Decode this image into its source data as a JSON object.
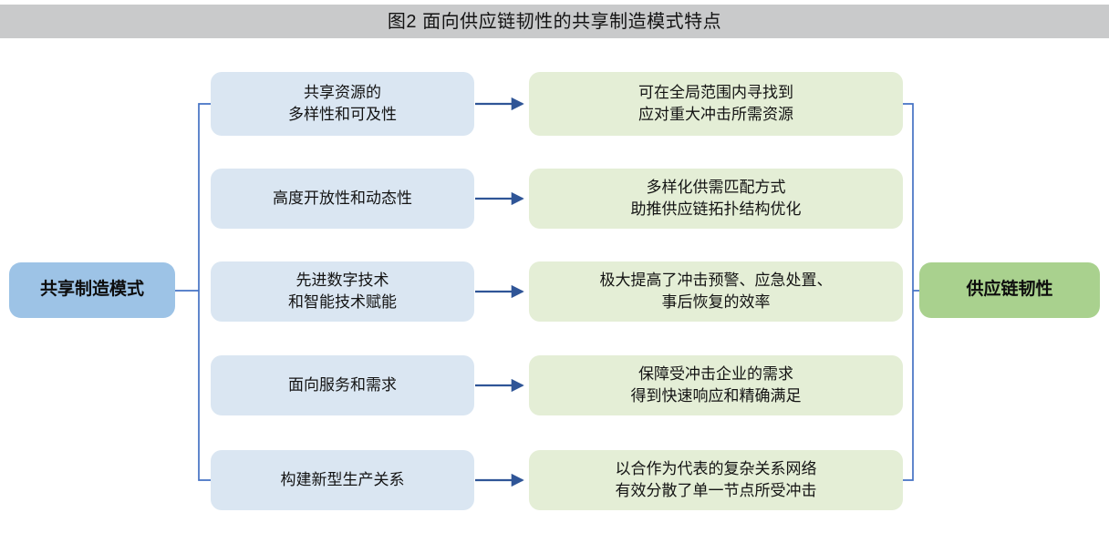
{
  "title": "图2 面向供应链韧性的共享制造模式特点",
  "colors": {
    "title_bar": "#C9CACB",
    "source_box": "#9DC3E6",
    "result_box": "#A9D18E",
    "feature_box": "#DAE6F2",
    "outcome_box": "#E4EED6",
    "connector": "#4472C4",
    "arrow": "#2F5597",
    "text": "#131313"
  },
  "source": {
    "label": "共享制造模式"
  },
  "result": {
    "label": "供应链韧性"
  },
  "rows": [
    {
      "feature": "共享资源的\n多样性和可及性",
      "outcome": "可在全局范围内寻找到\n应对重大冲击所需资源",
      "arrow": "arrow-right-icon"
    },
    {
      "feature": "高度开放性和动态性",
      "outcome": "多样化供需匹配方式\n助推供应链拓扑结构优化",
      "arrow": "arrow-right-icon"
    },
    {
      "feature": "先进数字技术\n和智能技术赋能",
      "outcome": "极大提高了冲击预警、应急处置、\n事后恢复的效率",
      "arrow": "arrow-right-icon"
    },
    {
      "feature": "面向服务和需求",
      "outcome": "保障受冲击企业的需求\n得到快速响应和精确满足",
      "arrow": "arrow-right-icon"
    },
    {
      "feature": "构建新型生产关系",
      "outcome": "以合作为代表的复杂关系网络\n有效分散了单一节点所受冲击",
      "arrow": "arrow-right-icon"
    }
  ]
}
